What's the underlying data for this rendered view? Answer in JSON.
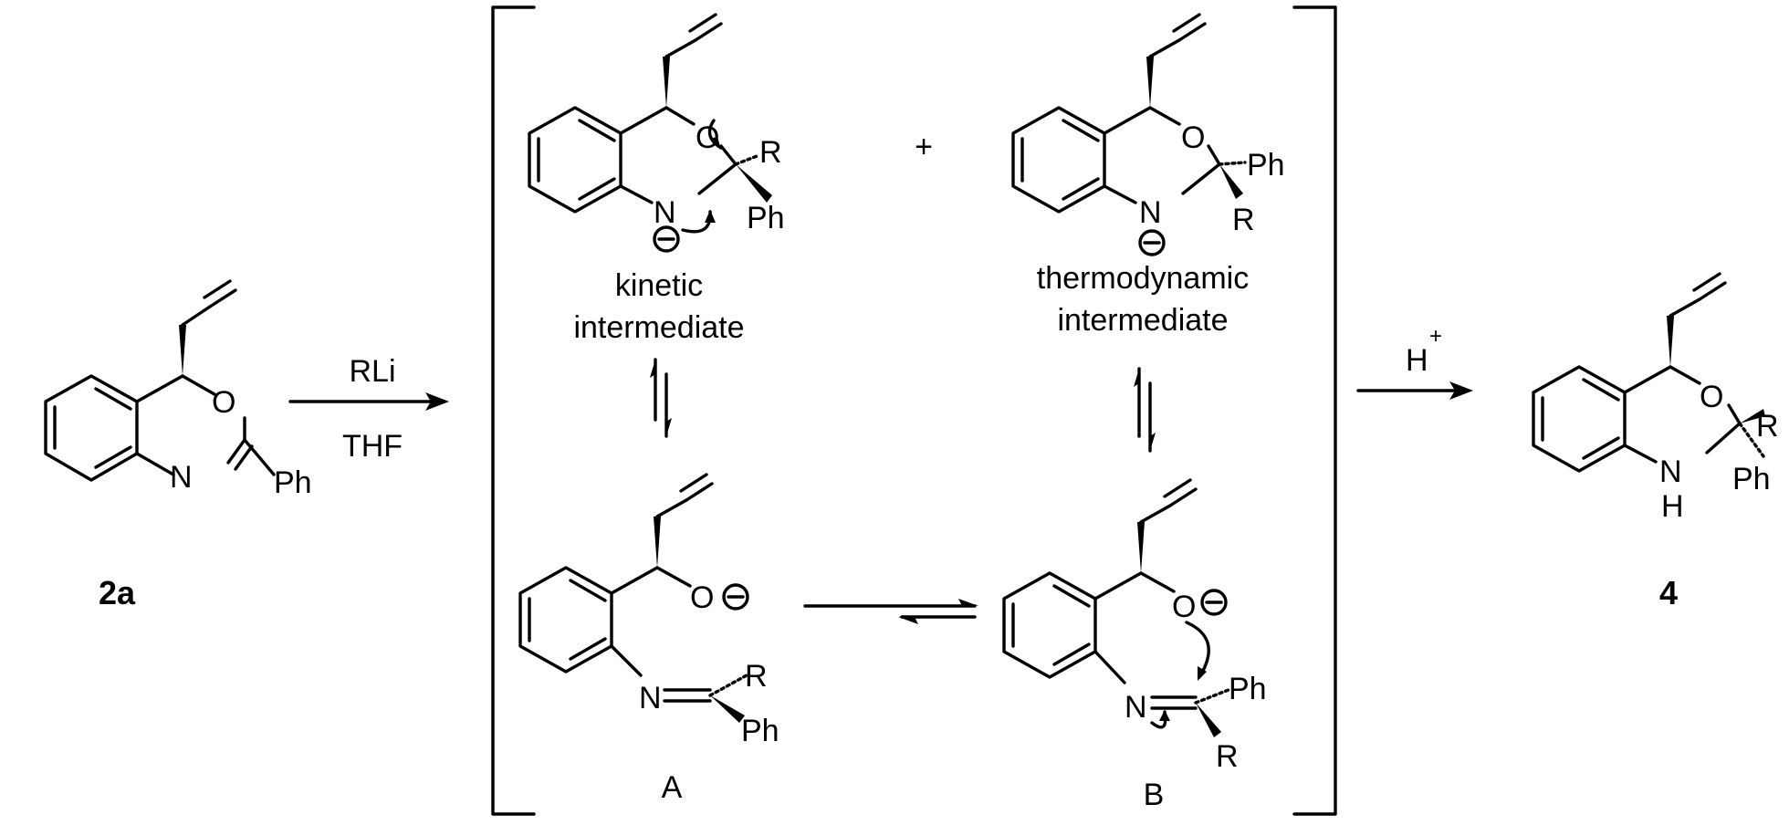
{
  "compounds": {
    "start": {
      "label": "2a",
      "atoms": {
        "o": "O",
        "n": "N",
        "sub": "Ph"
      }
    },
    "kinetic": {
      "atoms": {
        "o": "O",
        "n": "N",
        "r": "R",
        "ph": "Ph"
      },
      "caption_line1": "kinetic",
      "caption_line2": "intermediate"
    },
    "thermo": {
      "atoms": {
        "o": "O",
        "n": "N",
        "ph": "Ph",
        "r": "R"
      },
      "caption_line1": "thermodynamic",
      "caption_line2": "intermediate"
    },
    "open_a": {
      "label": "A",
      "atoms": {
        "o": "O",
        "n": "N",
        "r": "R",
        "ph": "Ph"
      }
    },
    "open_b": {
      "label": "B",
      "atoms": {
        "o": "O",
        "n": "N",
        "ph": "Ph",
        "r": "R"
      }
    },
    "product": {
      "label": "4",
      "atoms": {
        "o": "O",
        "nh_n": "N",
        "nh_h": "H",
        "r": "R",
        "ph": "Ph"
      }
    }
  },
  "reagents": {
    "step1_top": "RLi",
    "step1_bottom": "THF",
    "step2_top": "H",
    "step2_charge": "+"
  },
  "plus_sign": "+"
}
